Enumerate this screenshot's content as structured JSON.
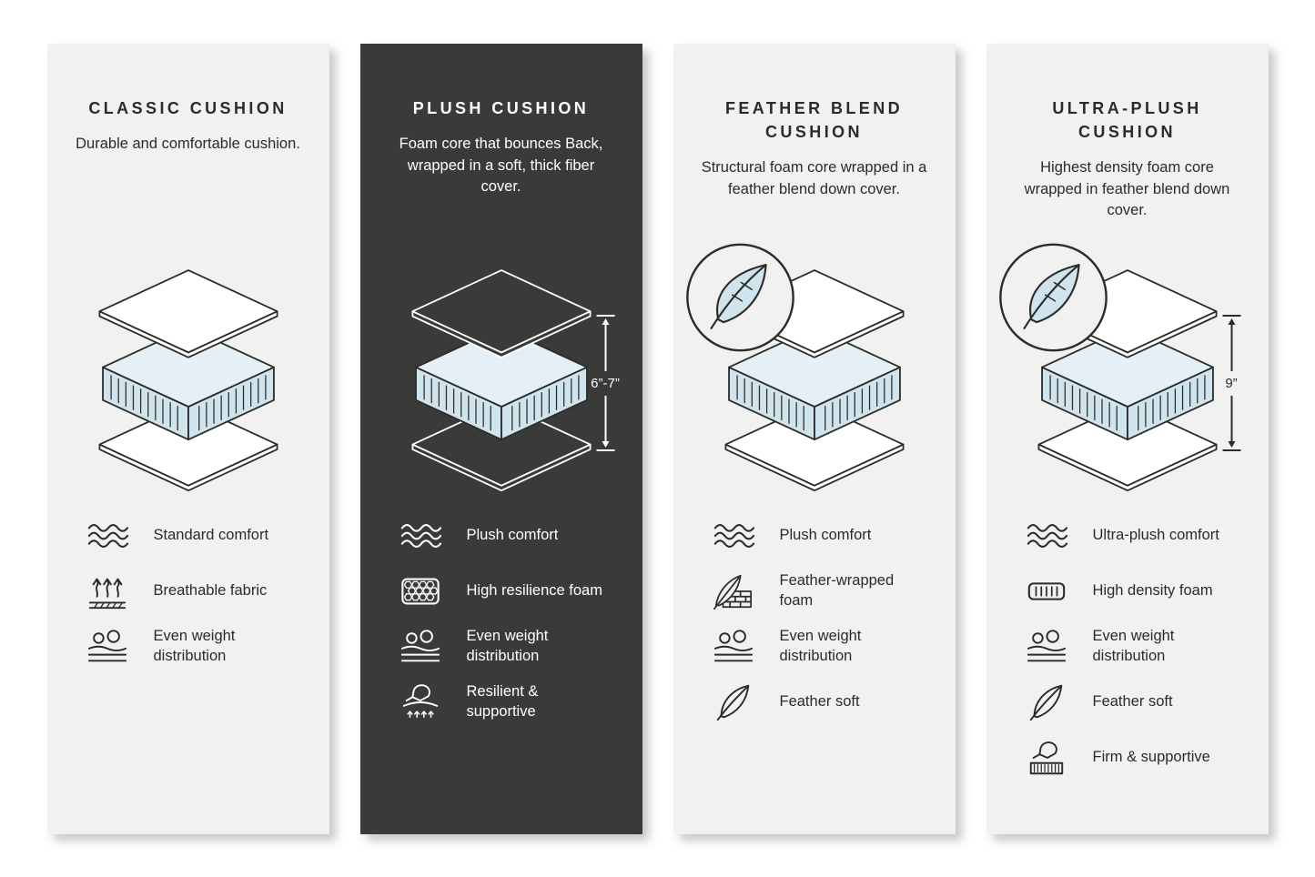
{
  "colors": {
    "panel_light": "#f1f1ef",
    "panel_dark": "#3a3a38",
    "foam_blue": "#cfe4ec",
    "foam_top_blue": "#e4f0f5",
    "outline_dark": "#2c2c2a",
    "text_dark": "#2b2b2b",
    "text_light": "#ffffff"
  },
  "panels": [
    {
      "title": "CLASSIC CUSHION",
      "description": "Durable and comfortable cushion.",
      "theme": "light",
      "has_feather_badge": false,
      "measurement": "",
      "features": [
        {
          "icon": "waves-icon",
          "label": "Standard comfort"
        },
        {
          "icon": "breathable-fabric-icon",
          "label": "Breathable fabric"
        },
        {
          "icon": "weight-distribution-icon",
          "label": "Even weight distribution"
        }
      ]
    },
    {
      "title": "PLUSH CUSHION",
      "description": "Foam core that bounces Back, wrapped in a soft, thick fiber cover.",
      "theme": "dark",
      "has_feather_badge": false,
      "measurement": "6”-7”",
      "features": [
        {
          "icon": "waves-icon",
          "label": "Plush comfort"
        },
        {
          "icon": "honeycomb-foam-icon",
          "label": "High resilience foam"
        },
        {
          "icon": "weight-distribution-icon",
          "label": "Even weight distribution"
        },
        {
          "icon": "resilient-supportive-icon",
          "label": "Resilient & supportive"
        }
      ]
    },
    {
      "title": "FEATHER BLEND CUSHION",
      "description": "Structural foam core wrapped in a feather blend down cover.",
      "theme": "light",
      "has_feather_badge": true,
      "measurement": "",
      "features": [
        {
          "icon": "waves-icon",
          "label": "Plush comfort"
        },
        {
          "icon": "feather-wrapped-foam-icon",
          "label": "Feather-wrapped foam"
        },
        {
          "icon": "weight-distribution-icon",
          "label": "Even weight distribution"
        },
        {
          "icon": "feather-icon",
          "label": "Feather soft"
        }
      ]
    },
    {
      "title": "ULTRA-PLUSH CUSHION",
      "description": "Highest density foam core wrapped in feather blend down cover.",
      "theme": "light",
      "has_feather_badge": true,
      "measurement": "9”",
      "features": [
        {
          "icon": "waves-icon",
          "label": "Ultra-plush comfort"
        },
        {
          "icon": "high-density-foam-icon",
          "label": "High density foam"
        },
        {
          "icon": "weight-distribution-icon",
          "label": "Even weight distribution"
        },
        {
          "icon": "feather-icon",
          "label": "Feather soft"
        },
        {
          "icon": "firm-supportive-icon",
          "label": "Firm & supportive"
        }
      ]
    }
  ]
}
